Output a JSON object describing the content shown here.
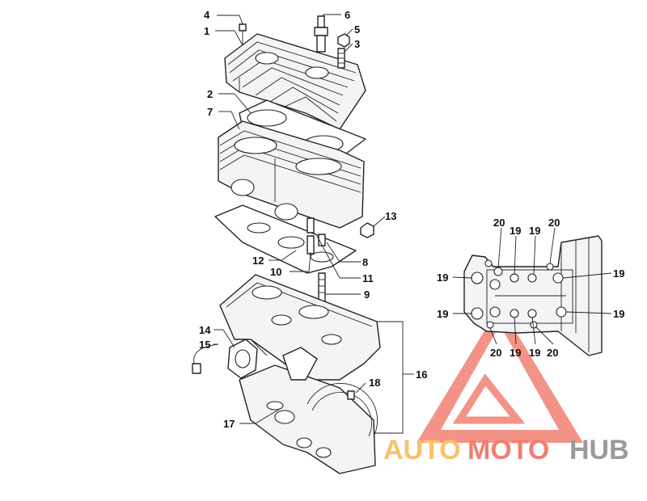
{
  "callouts": {
    "c1": "1",
    "c2": "2",
    "c3": "3",
    "c4": "4",
    "c5": "5",
    "c6": "6",
    "c7": "7",
    "c8": "8",
    "c9": "9",
    "c10": "10",
    "c11": "11",
    "c12": "12",
    "c13": "13",
    "c14": "14",
    "c15": "15",
    "c16": "16",
    "c17": "17",
    "c18": "18"
  },
  "inset_callouts": {
    "top_20_left": "20",
    "top_19_a": "19",
    "top_19_b": "19",
    "top_20_right": "20",
    "left_19_top": "19",
    "right_19_top": "19",
    "left_19_bottom": "19",
    "right_19_bottom": "19",
    "bot_20_left": "20",
    "bot_19_a": "19",
    "bot_19_b": "19",
    "bot_20_right": "20"
  },
  "watermark": {
    "word_auto": "AUTO",
    "word_moto": "MOTO",
    "word_hub": "HUB",
    "color_auto": "#f5c26b",
    "color_moto": "#ef7f6f",
    "color_hub": "#9a9a9a",
    "triangle_color": "#ef6f60"
  }
}
